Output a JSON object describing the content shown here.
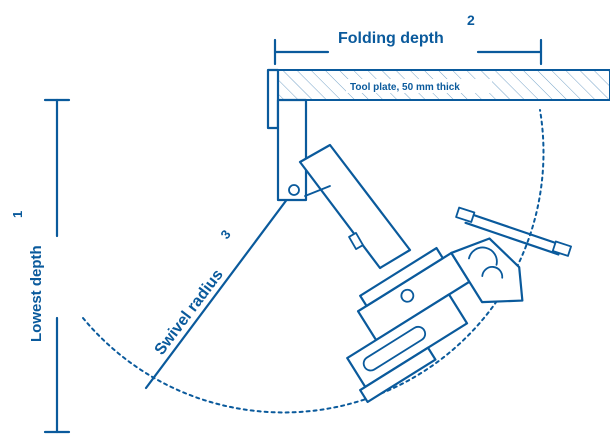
{
  "colors": {
    "primary": "#0a5a9c"
  },
  "labels": {
    "folding_depth": "Folding depth",
    "folding_depth_note": "2",
    "lowest_depth": "Lowest depth",
    "lowest_depth_note": "1",
    "swivel_radius": "Swivel radius",
    "swivel_radius_note": "3",
    "tool_plate": "Tool plate, 50 mm thick"
  }
}
